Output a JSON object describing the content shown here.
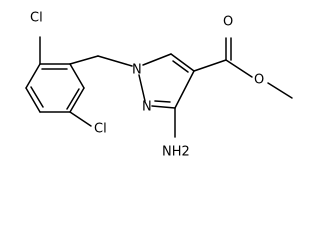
{
  "molecule": {
    "atoms": {
      "cl_top": "Cl",
      "cl_bottom": "Cl",
      "n1": "N",
      "n2": "N",
      "amine": "NH2",
      "carbonyl_o": "O",
      "ester_o": "O"
    }
  }
}
